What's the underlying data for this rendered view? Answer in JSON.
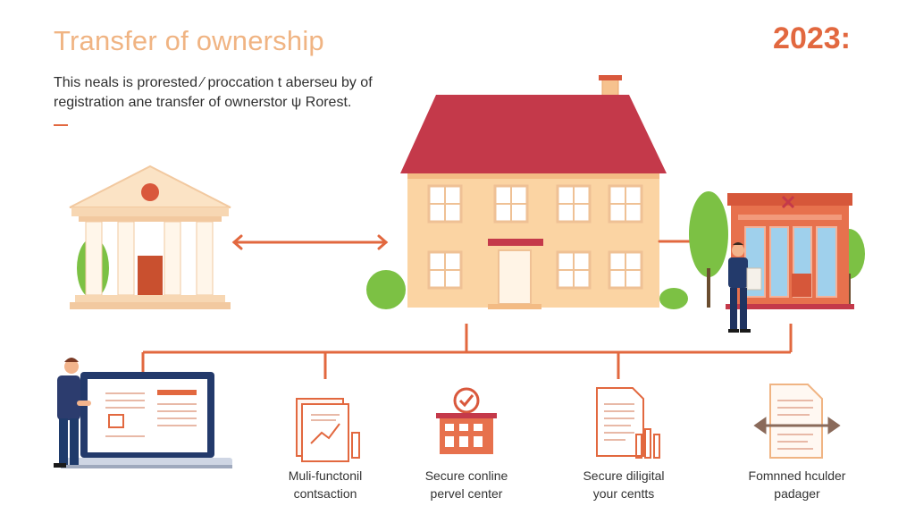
{
  "header": {
    "title": "Transfer of ownership",
    "year": "2023:",
    "description_line1": "This neals is prorested ∕ proccation t abersеu by of",
    "description_line2": "registration ane transfer of ownerstor ψ Rorest."
  },
  "colors": {
    "accent": "#e2683f",
    "title": "#f0b483",
    "roof": "#c4394a",
    "house_wall": "#fbd4a3",
    "tree": "#7cc144",
    "navy": "#233a6b"
  },
  "features": [
    {
      "line1": "Muli-functonil",
      "line2": "contsaction",
      "icon": "document-chart-icon"
    },
    {
      "line1": "Secure conline",
      "line2": "pervel center",
      "icon": "secure-building-check-icon"
    },
    {
      "line1": "Secure diligital",
      "line2": "your centts",
      "icon": "digital-document-icon"
    },
    {
      "line1": "Fomnned hculder",
      "line2": "padager",
      "icon": "document-transfer-icon"
    }
  ]
}
